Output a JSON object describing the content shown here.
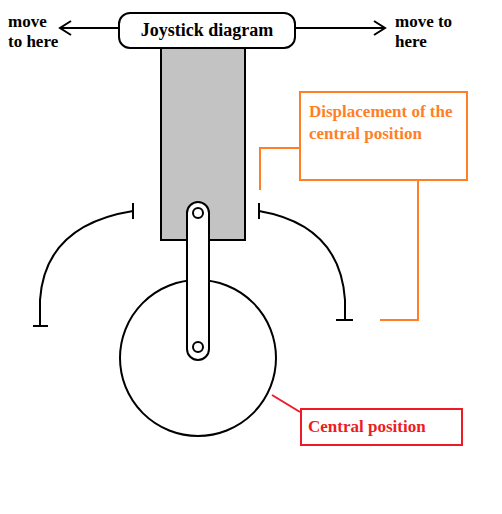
{
  "diagram": {
    "nodes": [
      {
        "text": [
          "Joystick diagram"
        ]
      },
      {
        "text": [
          "Displacement of the central position"
        ]
      },
      {
        "text": [
          "Central position"
        ]
      }
    ],
    "labels": [
      "move to here",
      "move to here"
    ]
  }
}
